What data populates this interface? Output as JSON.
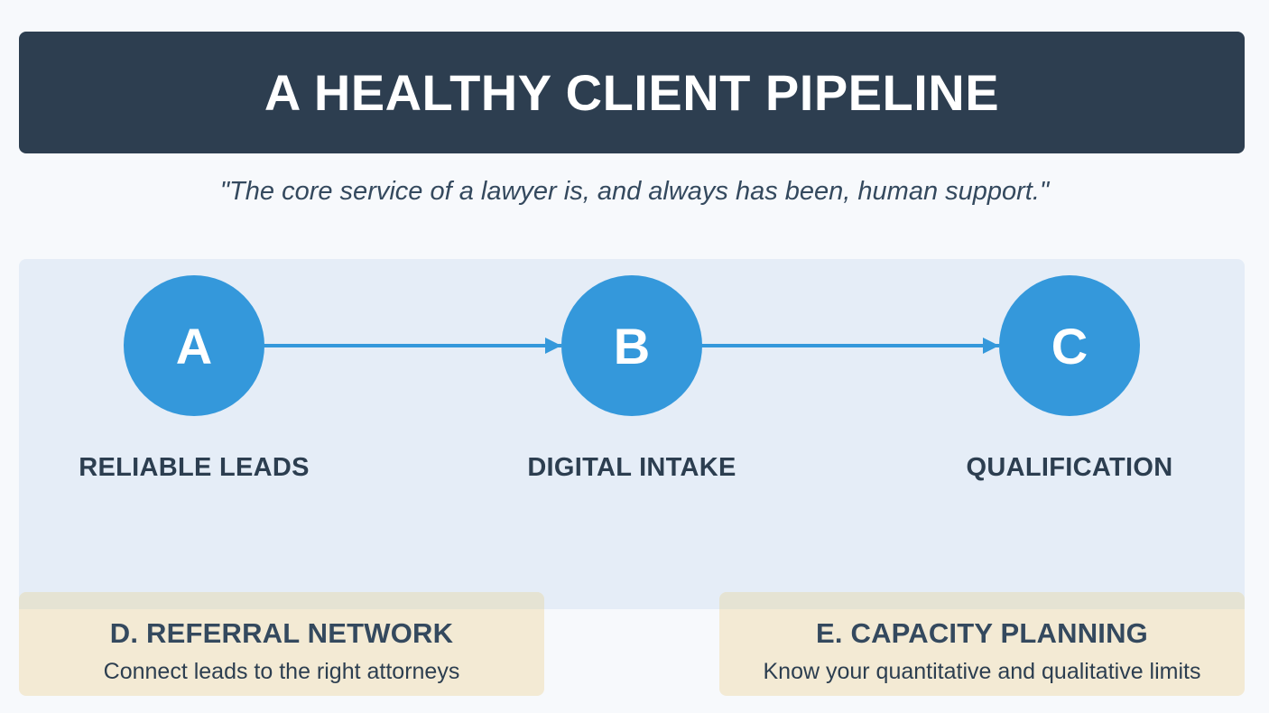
{
  "header": {
    "title": "A HEALTHY CLIENT PIPELINE"
  },
  "quote": "\"The core service of a lawyer is, and always has been, human support.\"",
  "pipeline": {
    "nodes": [
      {
        "letter": "A",
        "label": "RELIABLE LEADS"
      },
      {
        "letter": "B",
        "label": "DIGITAL INTAKE"
      },
      {
        "letter": "C",
        "label": "QUALIFICATION"
      }
    ]
  },
  "cards": [
    {
      "title": "D. REFERRAL NETWORK",
      "description": "Connect leads to the right attorneys"
    },
    {
      "title": "E. CAPACITY PLANNING",
      "description": "Know your quantitative and qualitative limits"
    }
  ],
  "colors": {
    "header_bg": "#2d3e50",
    "node": "#3498db",
    "panel_bg": "#e5edf7",
    "card_bg": "#f3ead4"
  }
}
